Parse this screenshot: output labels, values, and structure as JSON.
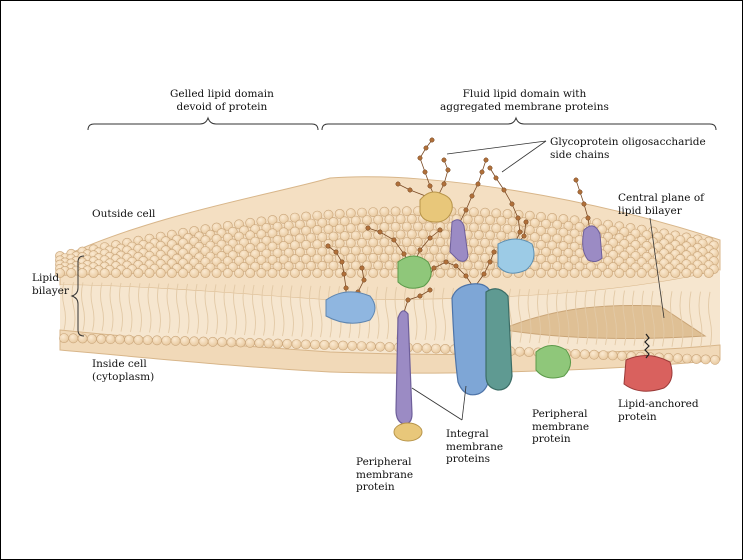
{
  "labels": {
    "gelled_domain": [
      "Gelled lipid domain",
      "devoid of protein"
    ],
    "fluid_domain": [
      "Fluid lipid domain with",
      "aggregated membrane proteins"
    ],
    "glycoprotein": [
      "Glycoprotein oligosaccharide",
      "side chains"
    ],
    "central_plane": [
      "Central plane of",
      "lipid bilayer"
    ],
    "outside_cell": "Outside cell",
    "lipid_bilayer": [
      "Lipid",
      "bilayer"
    ],
    "inside_cell": [
      "Inside cell",
      "(cytoplasm)"
    ],
    "peripheral_left": [
      "Peripheral",
      "membrane",
      "protein"
    ],
    "integral": [
      "Integral",
      "membrane",
      "proteins"
    ],
    "peripheral_right": [
      "Peripheral",
      "membrane",
      "protein"
    ],
    "lipid_anchored": [
      "Lipid-anchored",
      "protein"
    ]
  },
  "colors": {
    "lipid_head": "#f2d7b0",
    "lipid_head_stroke": "#c9a57a",
    "tail": "#eedcc2",
    "purple_protein": "#9b8bc4",
    "blue_protein": "#7ea6d6",
    "teal_protein": "#5f9a92",
    "green_protein": "#8fc77a",
    "red_protein": "#d9615e",
    "yellow_protein": "#e8c77a",
    "light_blue_protein": "#9ccbe6",
    "sugar_bead": "#b0703a"
  }
}
